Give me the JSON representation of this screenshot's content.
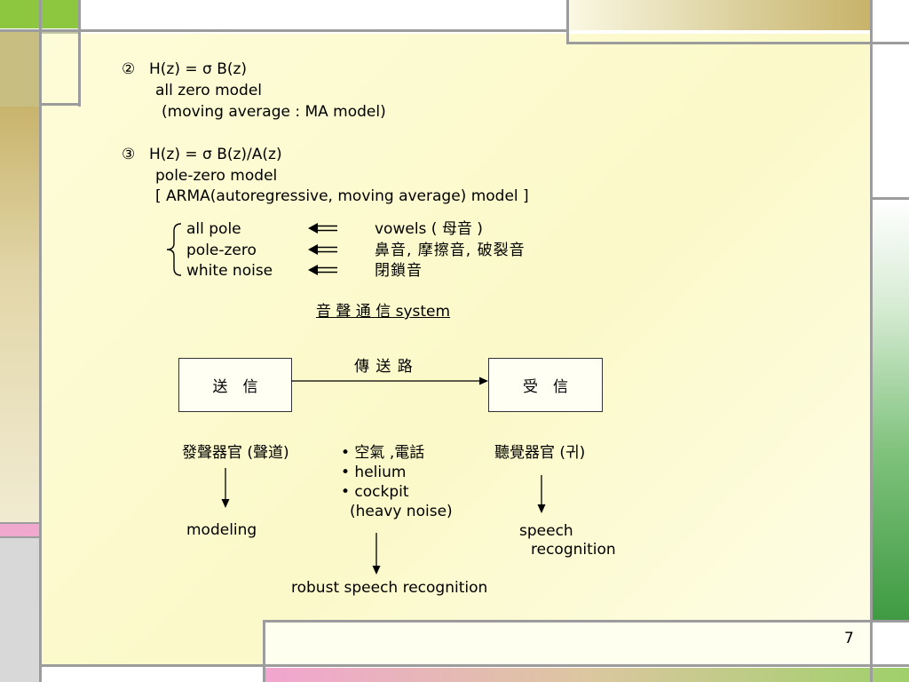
{
  "slide": {
    "item2": {
      "number": "②",
      "formula": "H(z) = σ B(z)",
      "line1": "all zero model",
      "line2": "(moving average : MA model)"
    },
    "item3": {
      "number": "③",
      "formula": "H(z) = σ B(z)/A(z)",
      "line1": "pole-zero model",
      "line2": "[ ARMA(autoregressive, moving average) model ]"
    },
    "mapping": [
      {
        "model": "all pole",
        "sounds": "vowels ( 母音 )"
      },
      {
        "model": "pole-zero",
        "sounds": "鼻音, 摩擦音, 破裂音"
      },
      {
        "model": "white noise",
        "sounds": "閉鎖音"
      }
    ],
    "system_title": "音 聲 通 信 system",
    "diagram": {
      "sender": "送　信",
      "receiver": "受　信",
      "channel": "傳 送 路"
    },
    "sender_organ": "發聲器官 (聲道)",
    "sender_result": "modeling",
    "channel_items": [
      "• 空氣 ,電話",
      "• helium",
      "• cockpit",
      "(heavy noise)"
    ],
    "channel_result": "robust speech recognition",
    "receiver_organ": "聽覺器官 (귀)",
    "receiver_result_1": "speech",
    "receiver_result_2": "recognition",
    "page_number": "7"
  },
  "colors": {
    "green_accent": "#8dc63f",
    "tan_accent": "#c9be82",
    "gold_accent": "#c8b36a",
    "pink_accent": "#f0a8cf",
    "gray_panel": "#d2d2d2",
    "cream_bg": "#fbf9c9",
    "green_gradient": "#3e9a42"
  }
}
